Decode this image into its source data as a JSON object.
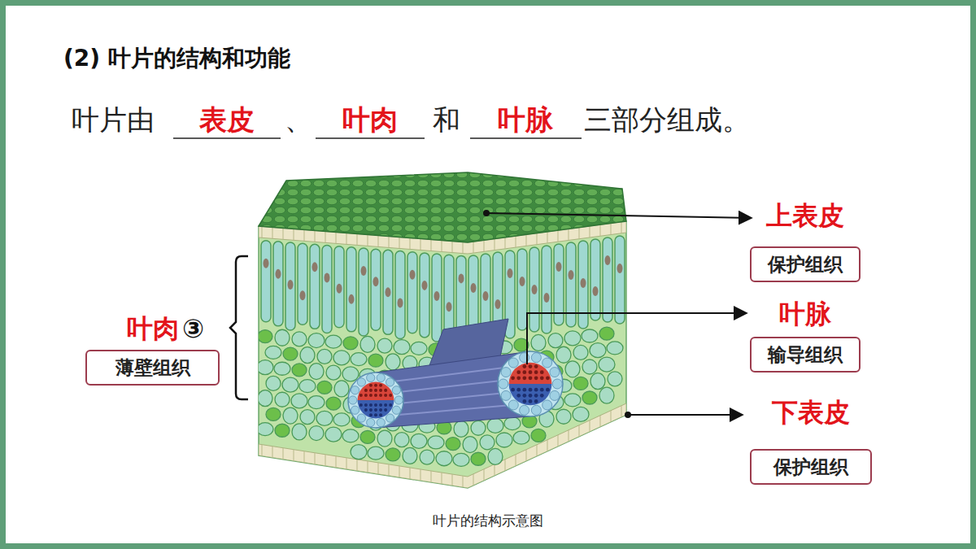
{
  "diagram": {
    "title": "(2) 叶片的结构和功能",
    "caption": "叶片的结构示意图",
    "nodes": [
      {
        "text": [
          "上表皮",
          "保护组织"
        ]
      },
      {
        "text": [
          "叶肉",
          "薄壁组织"
        ]
      },
      {
        "text": [
          "叶脉",
          "输导组织"
        ]
      },
      {
        "text": [
          "下表皮",
          "保护组织"
        ]
      }
    ],
    "labels": [
      "叶片由",
      "表皮",
      "、",
      "叶肉",
      "和",
      "叶脉",
      "三部分组成。",
      "③"
    ]
  }
}
